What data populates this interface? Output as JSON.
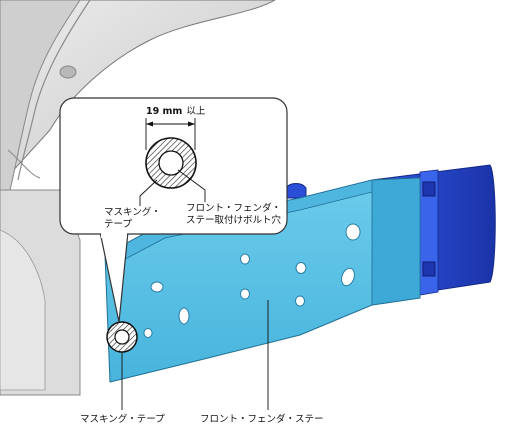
{
  "colors": {
    "stay_fill": "#5ec4e6",
    "stay_dark": "#2f9cc7",
    "frame_fill": "#2546d6",
    "frame_dark": "#1a2ea0",
    "body_gray": "#d8d8d8",
    "body_dark": "#a8a8a8",
    "callout_border": "#333333"
  },
  "callout": {
    "dimension_value": "19 mm",
    "dimension_suffix": "以上",
    "tape_label_line1": "マスキング・",
    "tape_label_line2": "テープ",
    "bolt_label_line1": "フロント・フェンダ・",
    "bolt_label_line2": "ステー取付けボルト穴"
  },
  "bottom_labels": {
    "masking_tape": "マスキング・テープ",
    "front_fender_stay": "フロント・フェンダ・ステー"
  }
}
